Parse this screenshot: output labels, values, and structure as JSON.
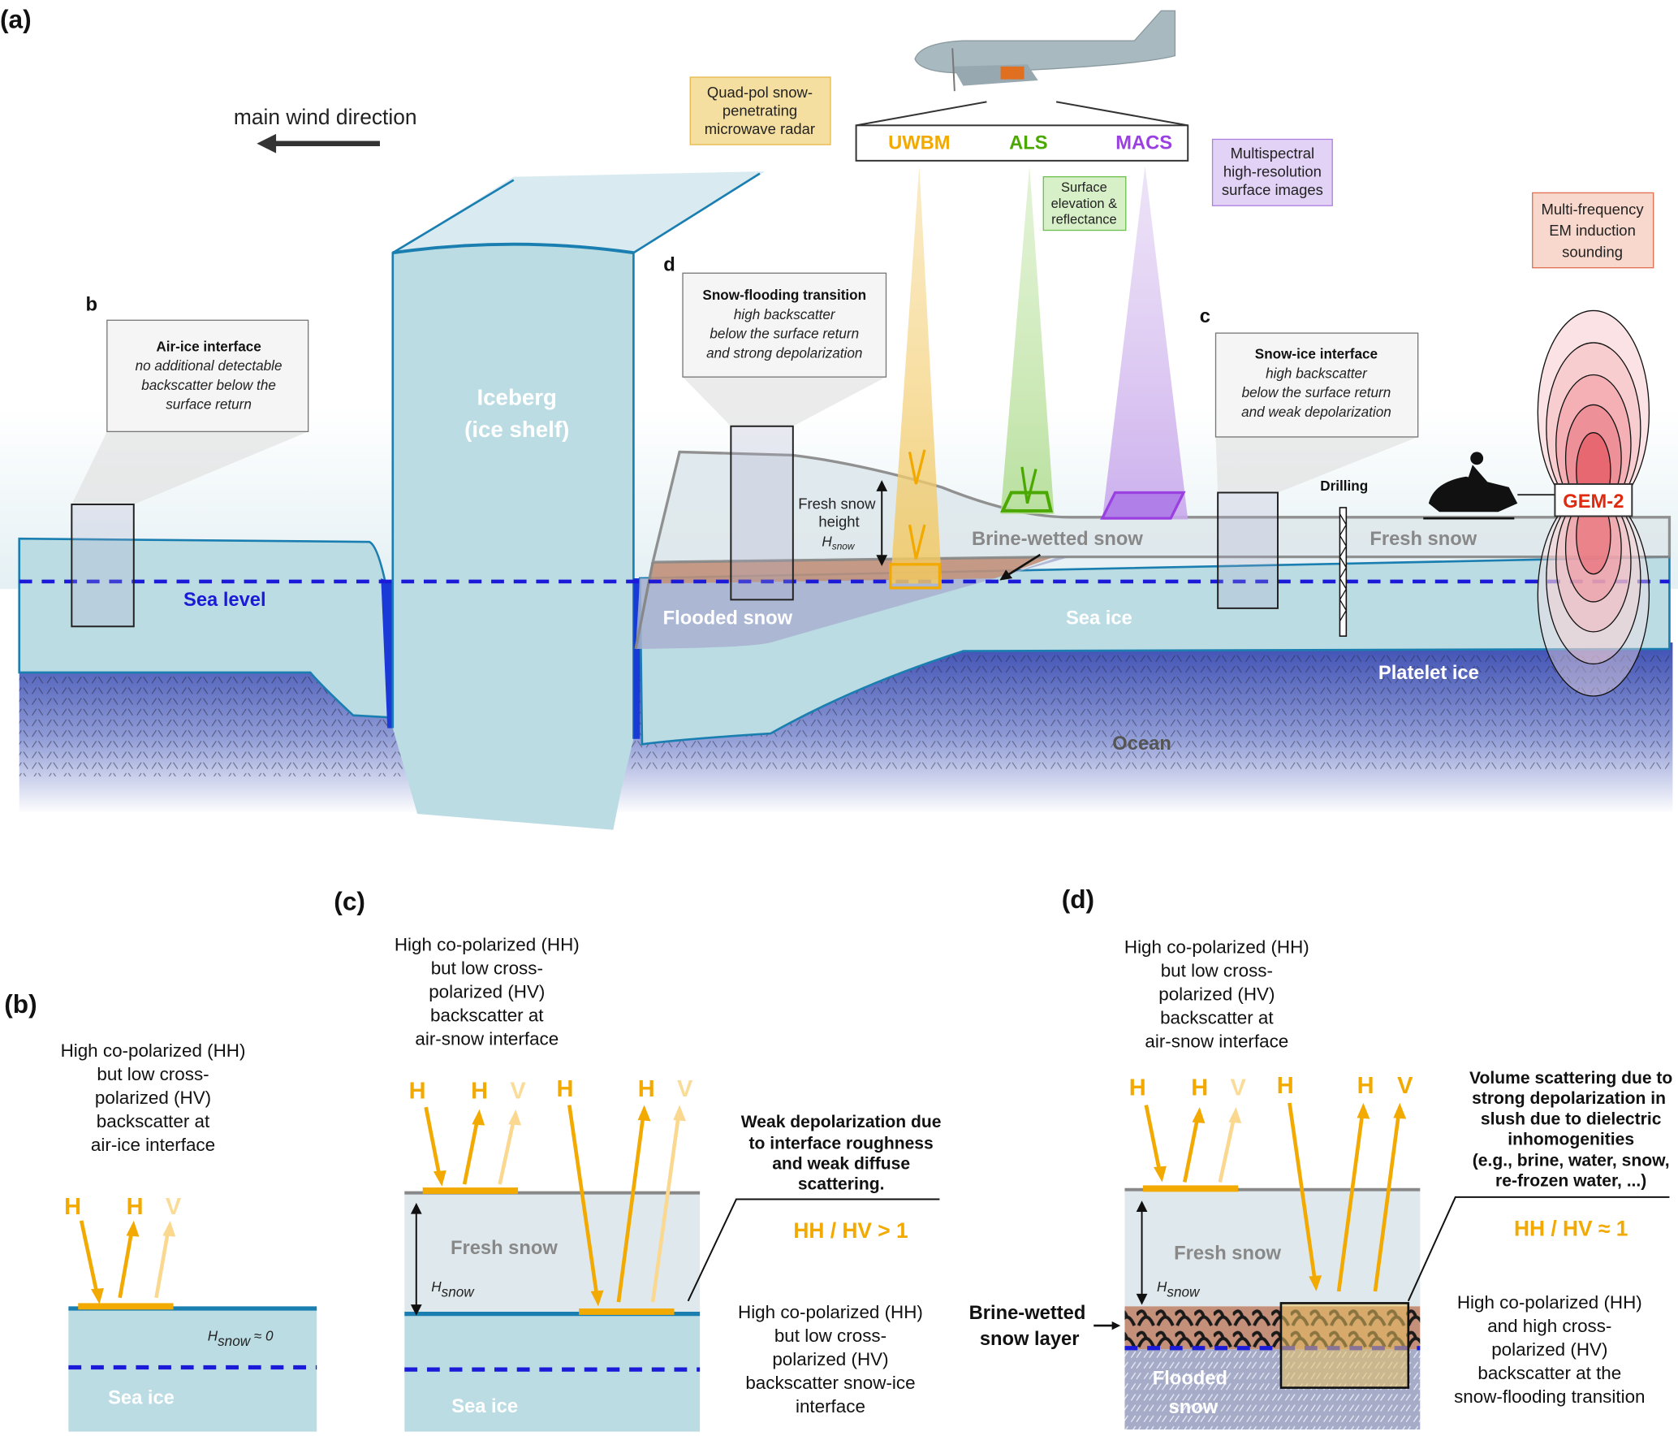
{
  "panel_a": {
    "label": "(a)",
    "wind": "main wind direction",
    "radar_box": [
      "Quad-pol snow-",
      "penetrating",
      "microwave radar"
    ],
    "instruments": {
      "uwbm": "UWBM",
      "als": "ALS",
      "macs": "MACS"
    },
    "als_box": [
      "Surface",
      "elevation &",
      "reflectance"
    ],
    "macs_box": [
      "Multispectral",
      "high-resolution",
      "surface images"
    ],
    "em_box": [
      "Multi-frequency",
      "EM induction",
      "sounding"
    ],
    "iceberg": [
      "Iceberg",
      "(ice shelf)"
    ],
    "callout_b": {
      "tag": "b",
      "title": "Air-ice interface",
      "lines": [
        "no additional detectable",
        "backscatter below the",
        "surface return"
      ]
    },
    "callout_d": {
      "tag": "d",
      "title": "Snow-flooding transition",
      "lines": [
        "high backscatter",
        "below the surface return",
        "and strong depolarization"
      ]
    },
    "callout_c": {
      "tag": "c",
      "title": "Snow-ice interface",
      "lines": [
        "high backscatter",
        "below the surface return",
        "and weak depolarization"
      ]
    },
    "snow_height": [
      "Fresh snow",
      "height",
      "H",
      "snow"
    ],
    "layers": {
      "sea_level": "Sea level",
      "flooded_snow": "Flooded snow",
      "sea_ice": "Sea ice",
      "brine_wetted": "Brine-wetted snow",
      "fresh_snow": "Fresh snow",
      "platelet_ice": "Platelet ice",
      "ocean": "Ocean"
    },
    "drilling": "Drilling",
    "gem2": "GEM-2"
  },
  "panel_b": {
    "label": "(b)",
    "desc": [
      "High co-polarized (HH)",
      "but low cross-",
      "polarized (HV)",
      "backscatter at",
      "air-ice interface"
    ],
    "pols": [
      "H",
      "H",
      "V"
    ],
    "hsnow": [
      "H",
      "snow",
      " ≈ 0"
    ],
    "sea_ice": "Sea ice"
  },
  "panel_c": {
    "label": "(c)",
    "desc": [
      "High co-polarized (HH)",
      "but low cross-",
      "polarized (HV)",
      "backscatter at",
      "air-snow interface"
    ],
    "pols": [
      "H",
      "H",
      "V",
      "H",
      "H",
      "V"
    ],
    "note": [
      "Weak depolarization due",
      "to interface roughness",
      "and weak diffuse",
      "scattering."
    ],
    "ratio": "HH / HV > 1",
    "bottom": [
      "High co-polarized (HH)",
      "but low cross-",
      "polarized (HV)",
      "backscatter snow-ice",
      "interface"
    ],
    "fresh_snow": "Fresh snow",
    "hsnow": [
      "H",
      "snow"
    ],
    "sea_ice": "Sea ice"
  },
  "panel_d": {
    "label": "(d)",
    "desc": [
      "High co-polarized (HH)",
      "but low cross-",
      "polarized (HV)",
      "backscatter at",
      "air-snow interface"
    ],
    "pols": [
      "H",
      "H",
      "V",
      "H",
      "H",
      "V"
    ],
    "note": [
      "Volume scattering due to",
      "strong depolarization in",
      "slush due to dielectric",
      "inhomogenities",
      "(e.g., brine, water, snow,",
      "re-frozen water, ...)"
    ],
    "ratio": "HH / HV ≈ 1",
    "bottom": [
      "High co-polarized (HH)",
      "and high cross-",
      "polarized (HV)",
      "backscatter at the",
      "snow-flooding transition"
    ],
    "brine_layer": [
      "Brine-wetted",
      "snow layer"
    ],
    "fresh_snow": "Fresh snow",
    "hsnow": [
      "H",
      "snow"
    ],
    "flooded": [
      "Flooded",
      "snow"
    ]
  },
  "colors": {
    "sea_level": "#1a1ad8",
    "uwbm": "#f2a900",
    "als": "#4aa800",
    "macs": "#9a40e0",
    "ice": "#bcdce4",
    "ocean": "#3d4fb3",
    "gem2": "#e02a10"
  }
}
